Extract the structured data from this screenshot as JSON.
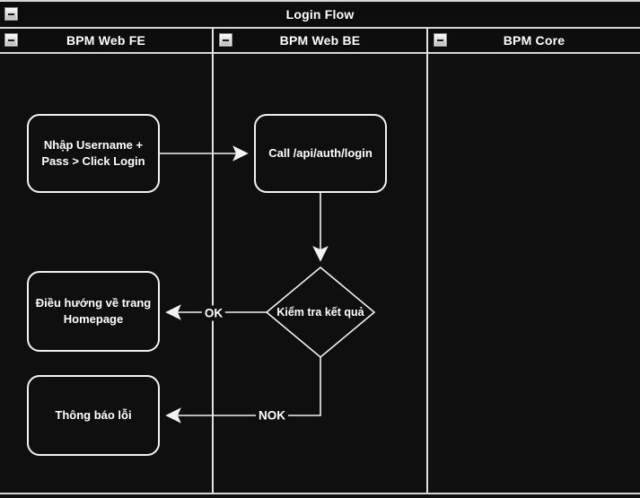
{
  "diagram": {
    "title": "Login Flow",
    "lanes": [
      {
        "label": "BPM Web FE"
      },
      {
        "label": "BPM Web BE"
      },
      {
        "label": "BPM Core"
      }
    ],
    "nodes": {
      "input": "Nhập Username + Pass > Click Login",
      "call": "Call /api/auth/login",
      "decision": "Kiểm tra kết quả",
      "homepage": "Điều hướng về trang Homepage",
      "error": "Thông báo lỗi"
    },
    "edge_labels": {
      "ok": "OK",
      "nok": "NOK"
    },
    "icons": {
      "collapse": "minus"
    },
    "colors": {
      "background": "#0f0f0f",
      "frame_line": "#d6d6d6",
      "shape_border": "#f2f2f2",
      "text": "#ffffff"
    }
  }
}
